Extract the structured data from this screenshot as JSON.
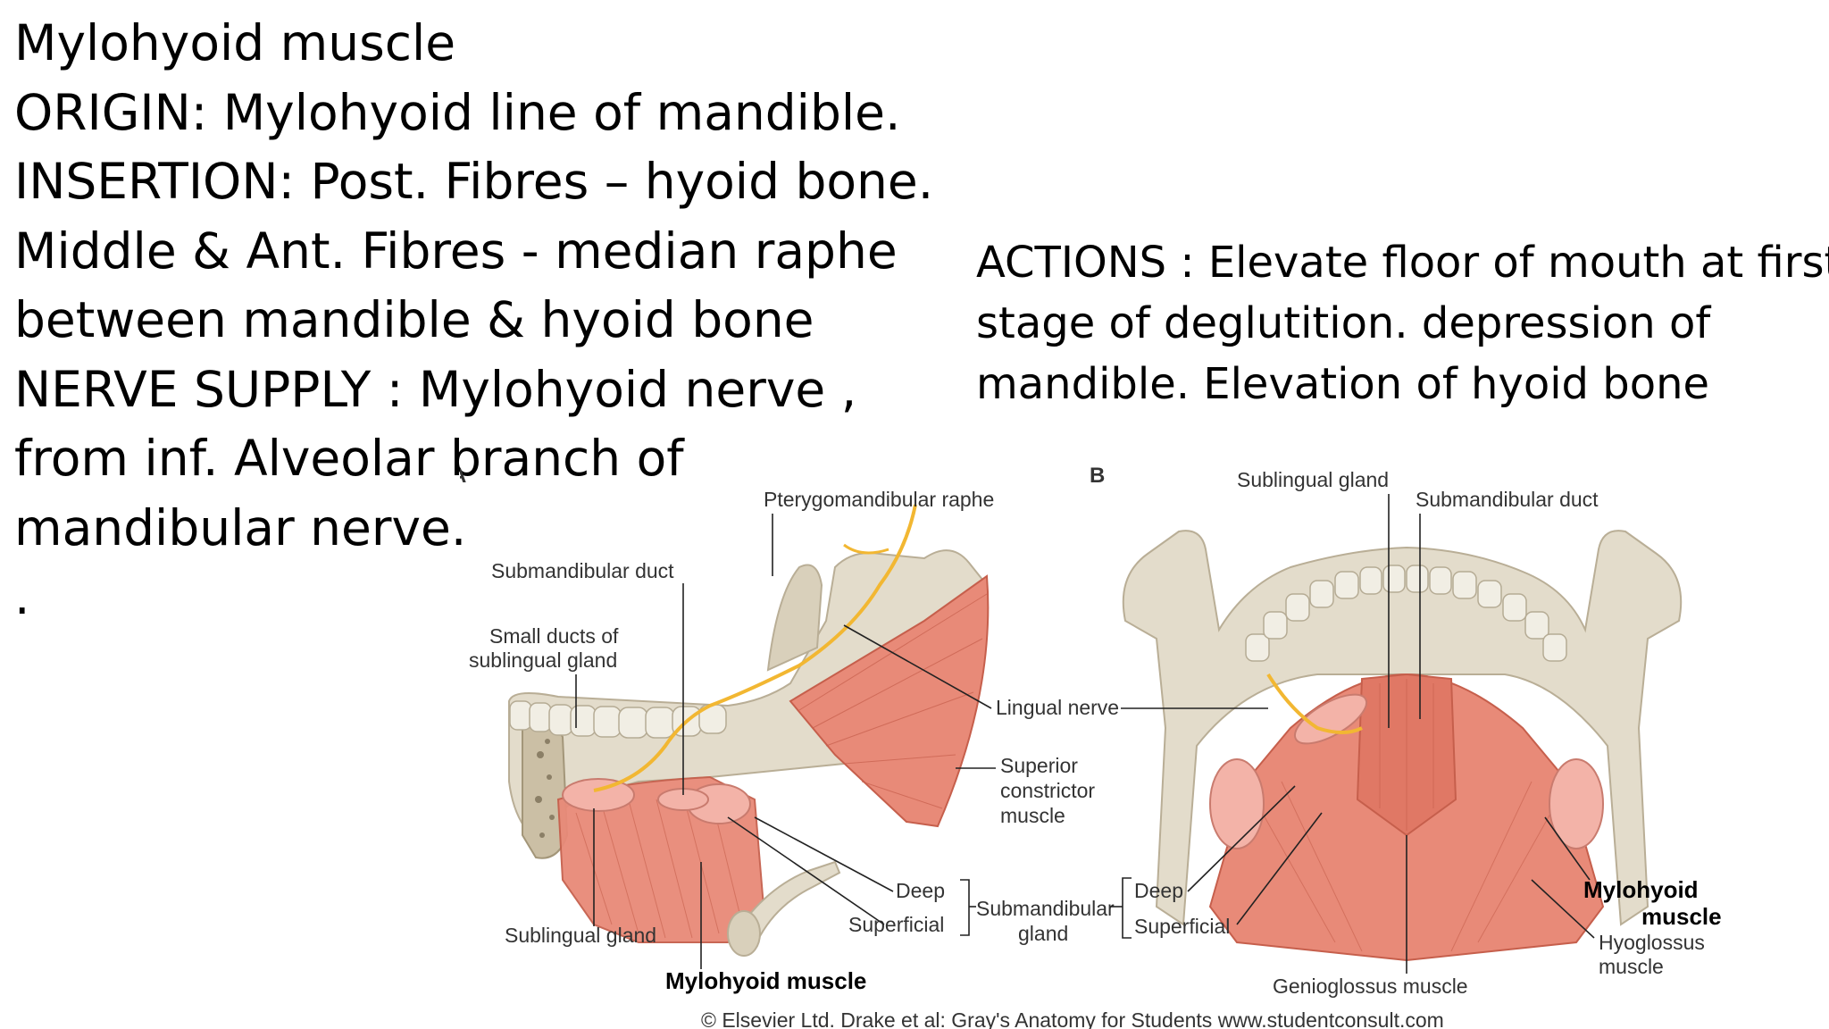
{
  "main_text": {
    "lines": [
      "Mylohyoid muscle",
      "ORIGIN:  Mylohyoid line of mandible.",
      "INSERTION: Post. Fibres – hyoid bone.",
      "Middle & Ant. Fibres - median raphe",
      "between mandible & hyoid bone",
      "NERVE SUPPLY : Mylohyoid nerve ,",
      "from inf. Alveolar branch of",
      "mandibular nerve.",
      "."
    ]
  },
  "actions_text": {
    "lines": [
      "ACTIONS : Elevate floor of mouth at first",
      "stage of deglutition. depression of",
      "mandible. Elevation of hyoid bone"
    ]
  },
  "figure": {
    "panel_a": {
      "letter": "A",
      "labels": {
        "pterygomandibular_raphe": "Pterygomandibular raphe",
        "submandibular_duct": "Submandibular duct",
        "small_ducts_1": "Small ducts of",
        "small_ducts_2": "sublingual gland",
        "lingual_nerve": "Lingual nerve",
        "superior_constrictor_1": "Superior",
        "superior_constrictor_2": "constrictor",
        "superior_constrictor_3": "muscle",
        "deep": "Deep",
        "superficial": "Superficial",
        "submandibular_gland_1": "Submandibular",
        "submandibular_gland_2": "gland",
        "sublingual_gland": "Sublingual gland",
        "mylohyoid_muscle": "Mylohyoid muscle"
      }
    },
    "panel_b": {
      "letter": "B",
      "labels": {
        "sublingual_gland": "Sublingual gland",
        "submandibular_duct": "Submandibular duct",
        "deep": "Deep",
        "superficial": "Superficial",
        "mylohyoid_1": "Mylohyoid",
        "mylohyoid_2": "muscle",
        "hyoglossus_1": "Hyoglossus",
        "hyoglossus_2": "muscle",
        "genioglossus": "Genioglossus muscle"
      }
    },
    "credit": "© Elsevier Ltd. Drake et al: Gray's Anatomy for Students www.studentconsult.com",
    "colors": {
      "bone": "#e3dccb",
      "muscle": "#e88a78",
      "nerve": "#f2b732",
      "gland": "#f3b3a8"
    }
  }
}
